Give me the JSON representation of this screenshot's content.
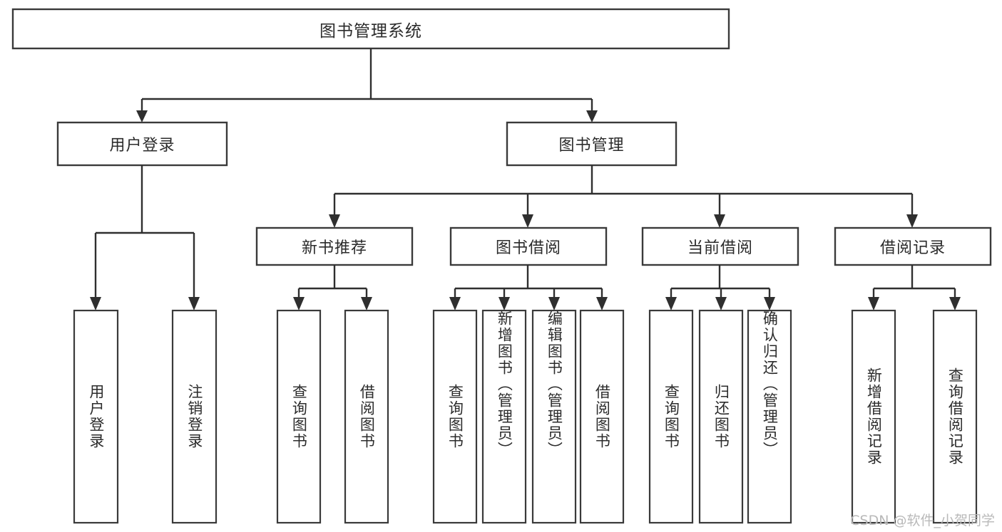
{
  "diagram": {
    "title_node": {
      "label": "图书管理系统"
    },
    "level2": [
      {
        "id": "user-login",
        "label": "用户登录"
      },
      {
        "id": "book-management",
        "label": "图书管理"
      }
    ],
    "level3": [
      {
        "id": "new-book-recommend",
        "label": "新书推荐"
      },
      {
        "id": "book-borrow",
        "label": "图书借阅"
      },
      {
        "id": "current-borrow",
        "label": "当前借阅"
      },
      {
        "id": "borrow-record",
        "label": "借阅记录"
      }
    ],
    "leaves": {
      "user_login": [
        {
          "id": "leaf-user-login",
          "label": "用户登录"
        },
        {
          "id": "leaf-logout-login",
          "label": "注销登录"
        }
      ],
      "new_book_recommend": [
        {
          "id": "leaf-query-book-1",
          "label": "查询图书"
        },
        {
          "id": "leaf-borrow-book-1",
          "label": "借阅图书"
        }
      ],
      "book_borrow": [
        {
          "id": "leaf-query-book-2",
          "label": "查询图书"
        },
        {
          "id": "leaf-add-book",
          "label": "新增图书（管理员）"
        },
        {
          "id": "leaf-edit-book",
          "label": "编辑图书（管理员）"
        },
        {
          "id": "leaf-borrow-book-2",
          "label": "借阅图书"
        }
      ],
      "current_borrow": [
        {
          "id": "leaf-query-book-3",
          "label": "查询图书"
        },
        {
          "id": "leaf-return-book",
          "label": "归还图书"
        },
        {
          "id": "leaf-confirm-return",
          "label": "确认归还（管理员）"
        }
      ],
      "borrow_record": [
        {
          "id": "leaf-add-borrow-record",
          "label": "新增借阅记录"
        },
        {
          "id": "leaf-query-borrow-record",
          "label": "查询借阅记录"
        }
      ]
    },
    "watermark": "CSDN @软件_小贺同学",
    "colors": {
      "box_stroke": "#3a3a3a",
      "line": "#2f2f2f",
      "box_fill": "#ffffff",
      "text": "#2b2b2b",
      "watermark": "#b9b9b9",
      "background": "#ffffff"
    }
  }
}
